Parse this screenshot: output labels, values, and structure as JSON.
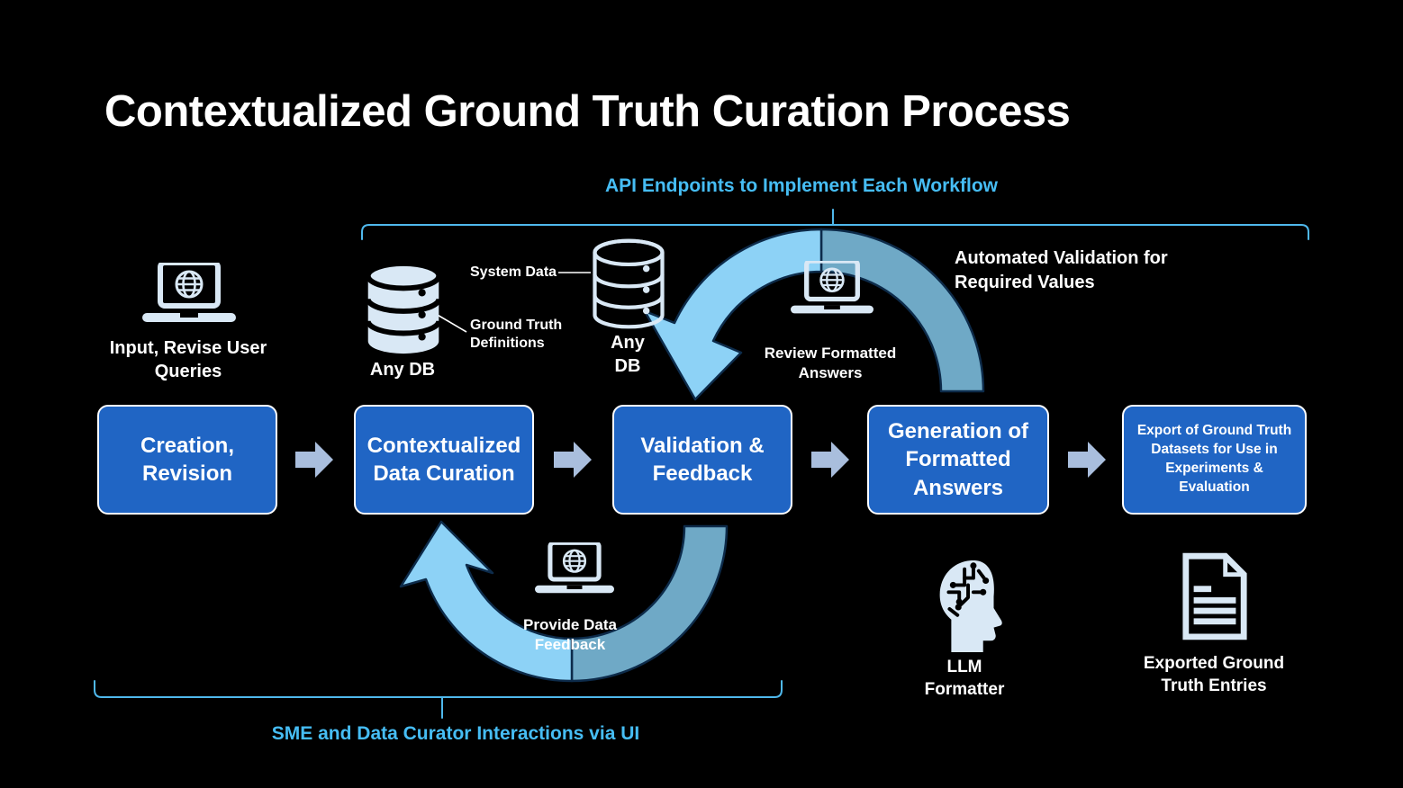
{
  "title": "Contextualized Ground Truth Curation Process",
  "captions": {
    "api_endpoints": "API Endpoints to Implement Each Workflow",
    "sme_interactions": "SME and Data Curator Interactions via UI",
    "automated_validation": "Automated Validation for Required Values",
    "input_queries": "Input, Revise User Queries",
    "any_db_left": "Any DB",
    "any_db_right": "Any DB",
    "system_data": "System Data",
    "ground_truth_definitions": "Ground Truth Definitions",
    "review_formatted": "Review Formatted Answers",
    "provide_feedback": "Provide Data Feedback",
    "llm_formatter": "LLM Formatter",
    "exported_entries": "Exported Ground Truth Entries"
  },
  "flow": {
    "boxes": [
      {
        "label": "Creation, Revision"
      },
      {
        "label": "Contextualized Data Curation"
      },
      {
        "label": "Validation & Feedback"
      },
      {
        "label": "Generation of Formatted Answers"
      },
      {
        "label": "Export of Ground Truth Datasets for Use in Experiments & Evaluation"
      }
    ]
  },
  "colors": {
    "background": "#000000",
    "box_fill": "#2065c4",
    "box_text": "#ffffff",
    "flow_arrow": "#a9bedd",
    "arc_light": "#8dd2f6",
    "arc_steel": "#6fa9c6",
    "arc_outline": "#0d2b4a",
    "caption_blue": "#46bdf4",
    "bracket": "#4fb8ec",
    "icon_light": "#d9e8f5"
  }
}
